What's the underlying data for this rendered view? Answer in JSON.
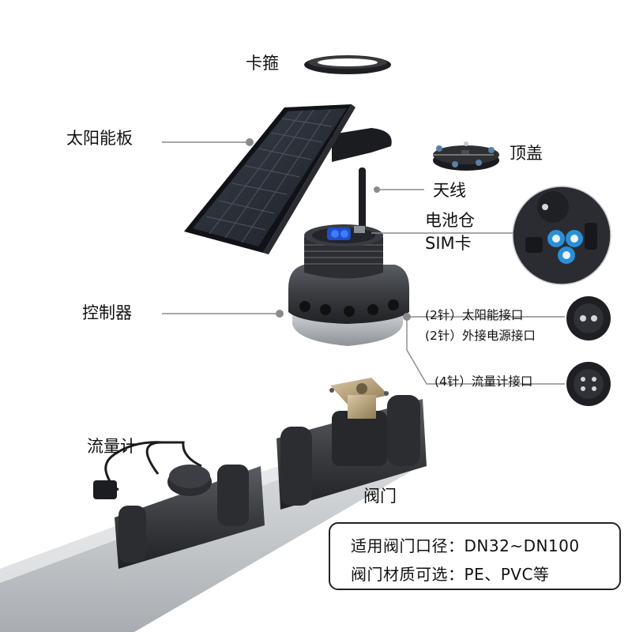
{
  "labels": {
    "clamp_ring": "卡箍",
    "solar_panel": "太阳能板",
    "top_cover": "顶盖",
    "antenna": "天线",
    "battery_bay": "电池仓",
    "sim_card": "SIM卡",
    "controller": "控制器",
    "flowmeter": "流量计",
    "valve": "阀门"
  },
  "ports": [
    "(2针）太阳能接口",
    "(2针）外接电源接口",
    "(4针）流量计接口"
  ],
  "spec": {
    "line1": "适用阀门口径：DN32~DN100",
    "line2": "阀门材质可选：PE、PVC等"
  }
}
